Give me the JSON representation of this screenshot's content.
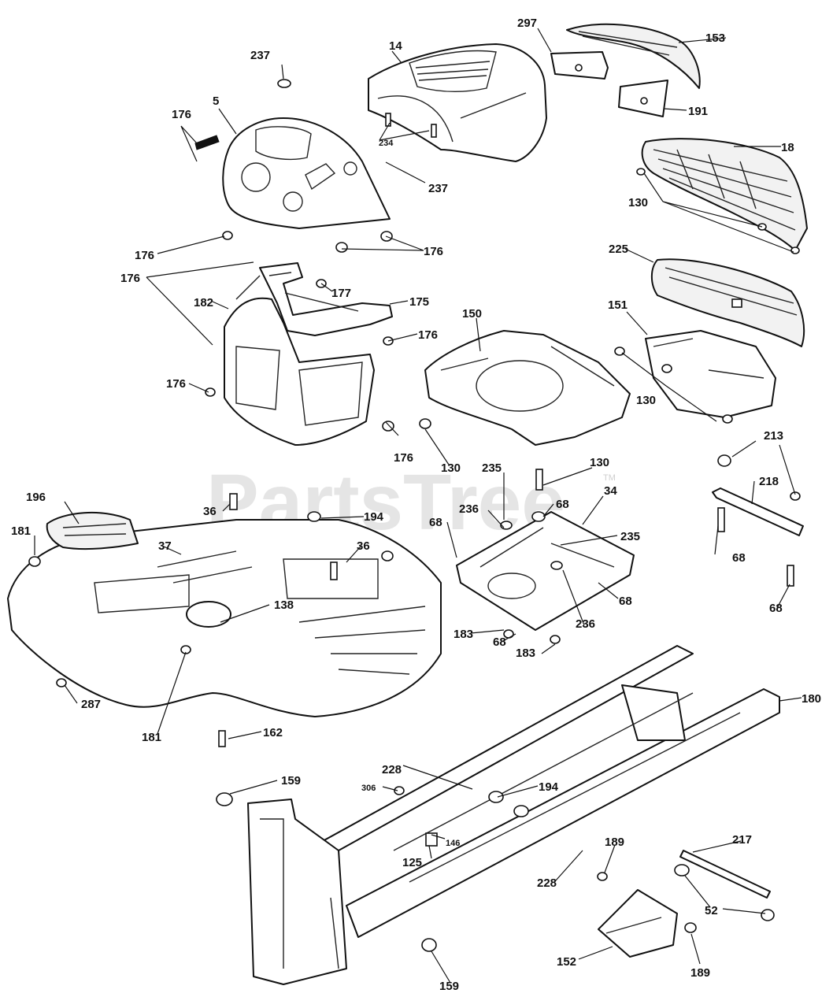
{
  "watermark": {
    "brand": "PartsTree",
    "mark": "TM"
  },
  "callouts": {
    "c237a": "237",
    "c14": "14",
    "c297": "297",
    "c153": "153",
    "c5": "5",
    "c176a": "176",
    "c234": "234",
    "c191": "191",
    "c237b": "237",
    "c18": "18",
    "c130a": "130",
    "c176b": "176",
    "c176c": "176",
    "c225": "225",
    "c176d": "176",
    "c177": "177",
    "c182": "182",
    "c175": "175",
    "c150": "150",
    "c151": "151",
    "c176e": "176",
    "c176f": "176",
    "c130b": "130",
    "c176g": "176",
    "c130c": "130",
    "c213": "213",
    "c235a": "235",
    "c130d": "130",
    "c218": "218",
    "c196": "196",
    "c36a": "36",
    "c236a": "236",
    "c68a": "68",
    "c34": "34",
    "c194a": "194",
    "c181a": "181",
    "c68b": "68",
    "c235b": "235",
    "c37": "37",
    "c36b": "36",
    "c68c": "68",
    "c138": "138",
    "c68d": "68",
    "c68e": "68",
    "c236b": "236",
    "c183a": "183",
    "c68f": "68",
    "c183b": "183",
    "c180": "180",
    "c287": "287",
    "c181b": "181",
    "c162": "162",
    "c228a": "228",
    "c159a": "159",
    "c306": "306",
    "c194b": "194",
    "c146": "146",
    "c125": "125",
    "c189a": "189",
    "c217": "217",
    "c228b": "228",
    "c52": "52",
    "c152": "152",
    "c189b": "189",
    "c159b": "159"
  }
}
